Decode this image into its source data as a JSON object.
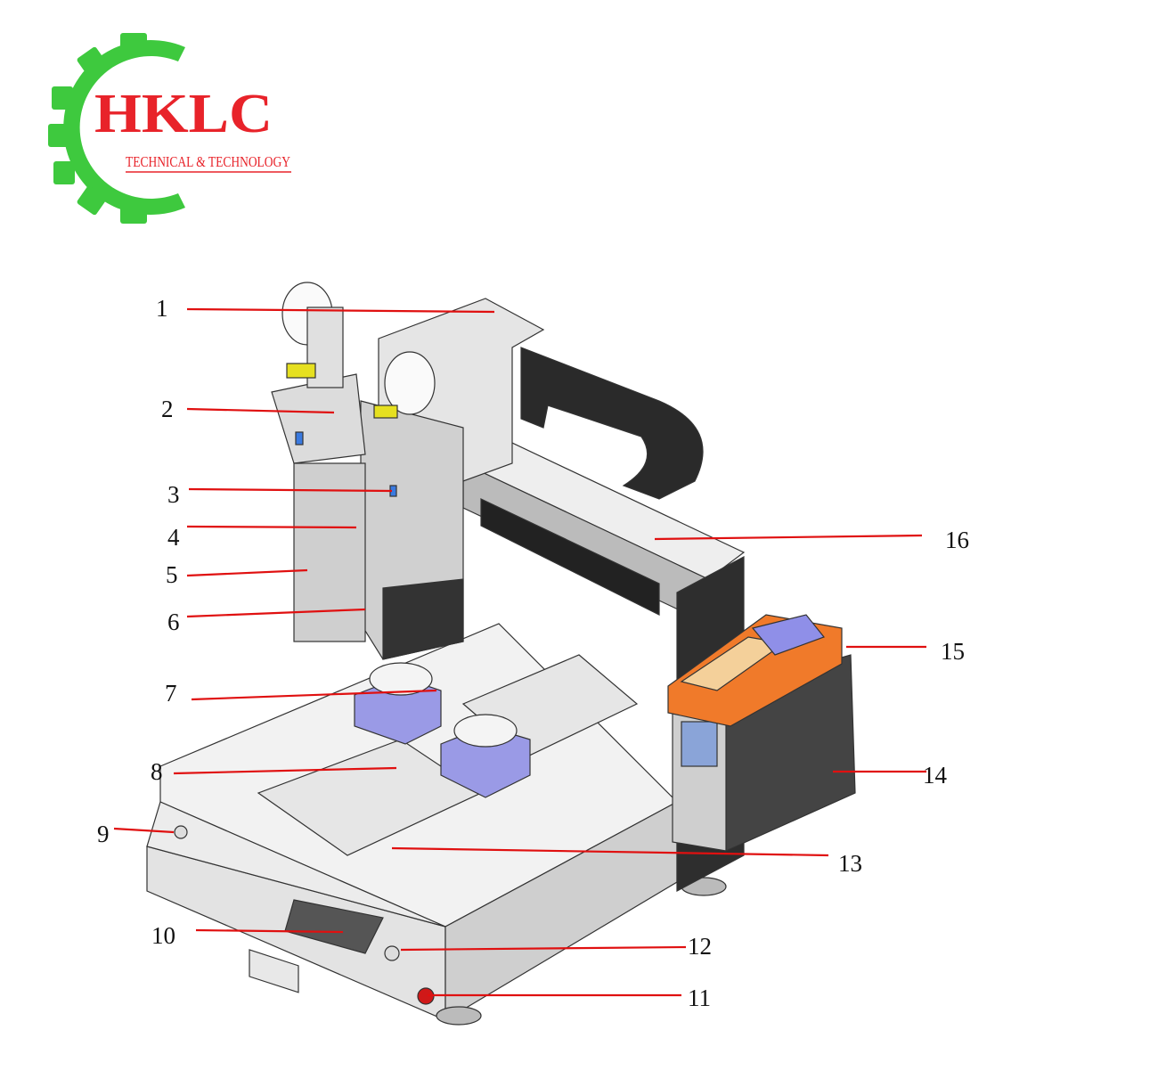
{
  "logo": {
    "brand": "HKLC",
    "tagline": "TECHNICAL & TECHNOLOGY",
    "colors": {
      "gear": "#3ec93e",
      "text": "#e8232a"
    }
  },
  "callouts": [
    {
      "label": "1"
    },
    {
      "label": "2"
    },
    {
      "label": "3"
    },
    {
      "label": "4"
    },
    {
      "label": "5"
    },
    {
      "label": "6"
    },
    {
      "label": "7"
    },
    {
      "label": "8"
    },
    {
      "label": "9"
    },
    {
      "label": "10"
    },
    {
      "label": "11"
    },
    {
      "label": "12"
    },
    {
      "label": "13"
    },
    {
      "label": "14"
    },
    {
      "label": "15"
    },
    {
      "label": "16"
    }
  ],
  "colors": {
    "leader": "#e01010",
    "frame": "#d9d9d9",
    "dark": "#2a2a2a",
    "accent_orange": "#f07a2a",
    "accent_blue": "#9a9ae6"
  }
}
